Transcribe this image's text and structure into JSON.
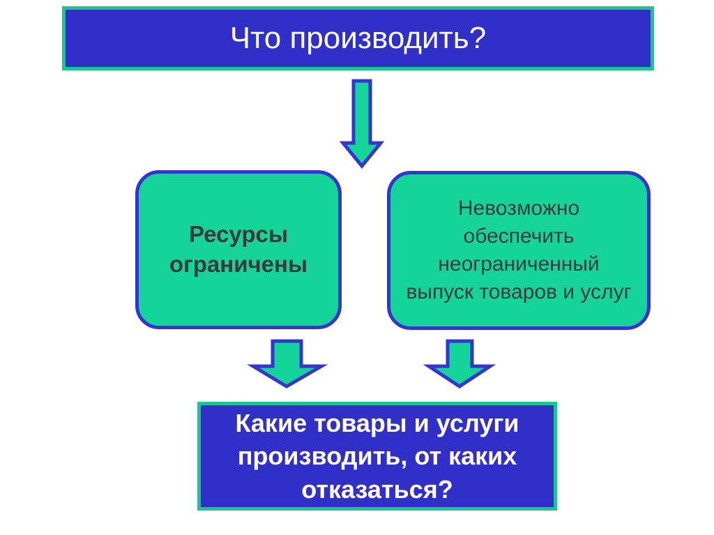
{
  "diagram": {
    "top": {
      "text": "Что производить?"
    },
    "left": {
      "text": "Ресурсы ограничены"
    },
    "right": {
      "text": "Невозможно обеспечить неограниченный выпуск товаров и услуг"
    },
    "bottom": {
      "text": "Какие товары и услуги производить, от каких отказаться?"
    },
    "colors": {
      "blue_fill": "#3030c8",
      "green_fill": "#14d49a",
      "arrow_fill": "#14d49a",
      "arrow_stroke": "#3434d0"
    }
  }
}
